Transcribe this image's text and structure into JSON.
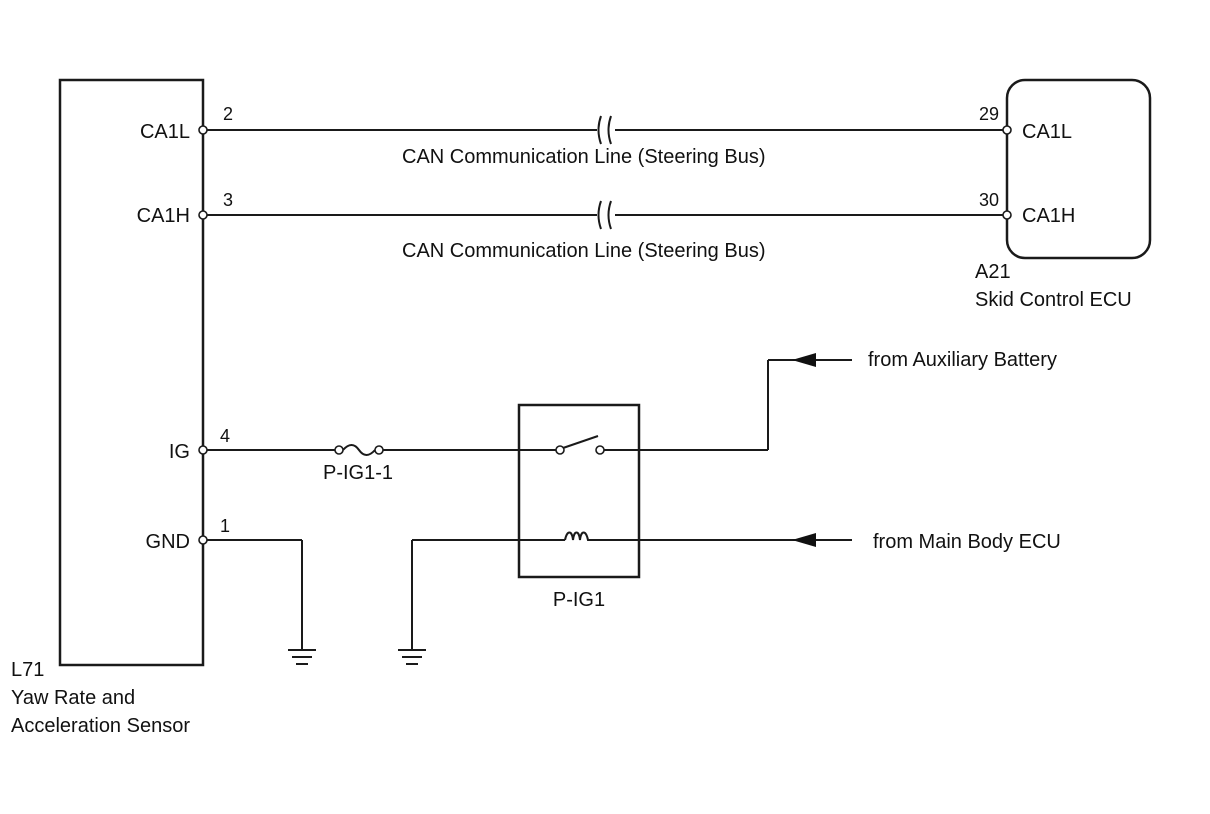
{
  "sensor": {
    "code": "L71",
    "name_line1": "Yaw Rate and",
    "name_line2": "Acceleration Sensor",
    "terminals": [
      {
        "label": "CA1L",
        "pin": "2"
      },
      {
        "label": "CA1H",
        "pin": "3"
      },
      {
        "label": "IG",
        "pin": "4"
      },
      {
        "label": "GND",
        "pin": "1"
      }
    ]
  },
  "ecu": {
    "code": "A21",
    "name": "Skid Control ECU",
    "terminals": [
      {
        "label": "CA1L",
        "pin": "29"
      },
      {
        "label": "CA1H",
        "pin": "30"
      }
    ]
  },
  "can_lines": [
    {
      "label": "CAN Communication Line (Steering Bus)"
    },
    {
      "label": "CAN Communication Line (Steering Bus)"
    }
  ],
  "fuse": {
    "label": "P-IG1-1"
  },
  "relay": {
    "label": "P-IG1"
  },
  "sources": {
    "battery": "from Auxiliary Battery",
    "body_ecu": "from Main Body ECU"
  }
}
